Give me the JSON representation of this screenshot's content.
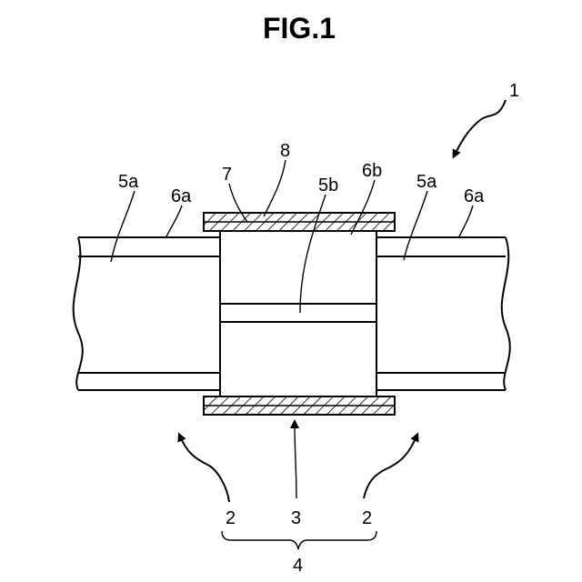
{
  "figure": {
    "title": "FIG.1",
    "labels": {
      "ref_1": "1",
      "ref_8": "8",
      "ref_7": "7",
      "ref_5b": "5b",
      "ref_6b": "6b",
      "ref_5a_left": "5a",
      "ref_6a_left": "6a",
      "ref_5a_right": "5a",
      "ref_6a_right": "6a",
      "ref_2_left": "2",
      "ref_3": "3",
      "ref_2_right": "2",
      "ref_4": "4"
    }
  }
}
